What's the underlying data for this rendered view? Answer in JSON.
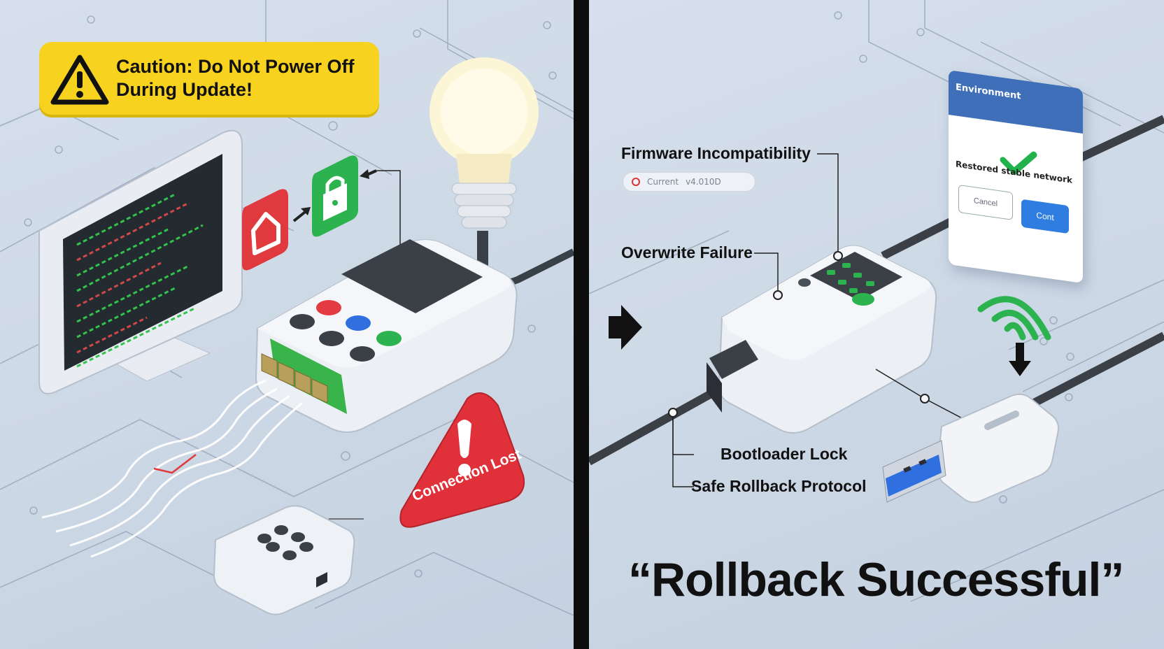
{
  "banner": {
    "caution_line1": "Caution: Do Not Power Off",
    "caution_line2": "During Update!"
  },
  "left": {
    "warning_label": "Connection Lost"
  },
  "right": {
    "callouts": {
      "firmware": "Firmware Incompatibility",
      "overwrite": "Overwrite Failure",
      "bootloader": "Bootloader Lock",
      "rollback": "Safe Rollback Protocol"
    },
    "version_pill": {
      "left": "Current",
      "right": "v4.010D"
    },
    "dialog": {
      "title": "Environment",
      "close": "×",
      "message": "Restored stable network",
      "cancel": "Cancel",
      "ok": "Cont"
    },
    "headline": "“Rollback Successful”"
  },
  "colors": {
    "caution": "#f7d21e",
    "danger": "#e0303a",
    "success": "#22b24c",
    "dialog_header": "#3f6fb8",
    "primary_button": "#2f7de0"
  },
  "icons": [
    "warning-triangle-icon",
    "home-icon",
    "lock-icon",
    "lightbulb-icon",
    "exclamation-icon",
    "arrow-right-icon",
    "checkmark-icon",
    "wifi-signal-icon",
    "download-arrow-icon",
    "usb-plug-icon"
  ]
}
